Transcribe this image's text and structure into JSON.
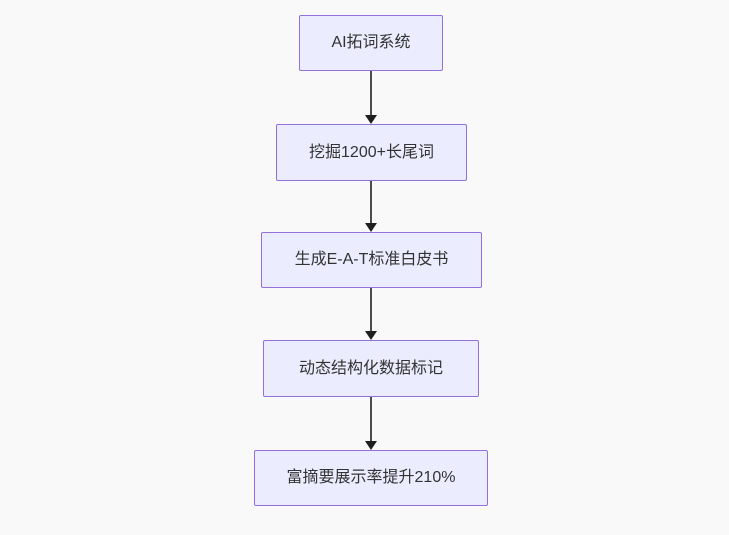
{
  "theme": {
    "bg": "#f9f9f9",
    "node-fill": "#ececff",
    "node-border": "#9370db",
    "edge": "#4b4b4b",
    "arrowhead": "#1f1f1f",
    "text": "#333333"
  },
  "flowchart": {
    "type": "flowchart-top-down",
    "nodes": [
      {
        "id": "A",
        "label": "AI拓词系统"
      },
      {
        "id": "B",
        "label": "挖掘1200+长尾词"
      },
      {
        "id": "C",
        "label": "生成E-A-T标准白皮书"
      },
      {
        "id": "D",
        "label": "动态结构化数据标记"
      },
      {
        "id": "E",
        "label": "富摘要展示率提升210%"
      }
    ],
    "edges": [
      {
        "from": "A",
        "to": "B"
      },
      {
        "from": "B",
        "to": "C"
      },
      {
        "from": "C",
        "to": "D"
      },
      {
        "from": "D",
        "to": "E"
      }
    ]
  }
}
